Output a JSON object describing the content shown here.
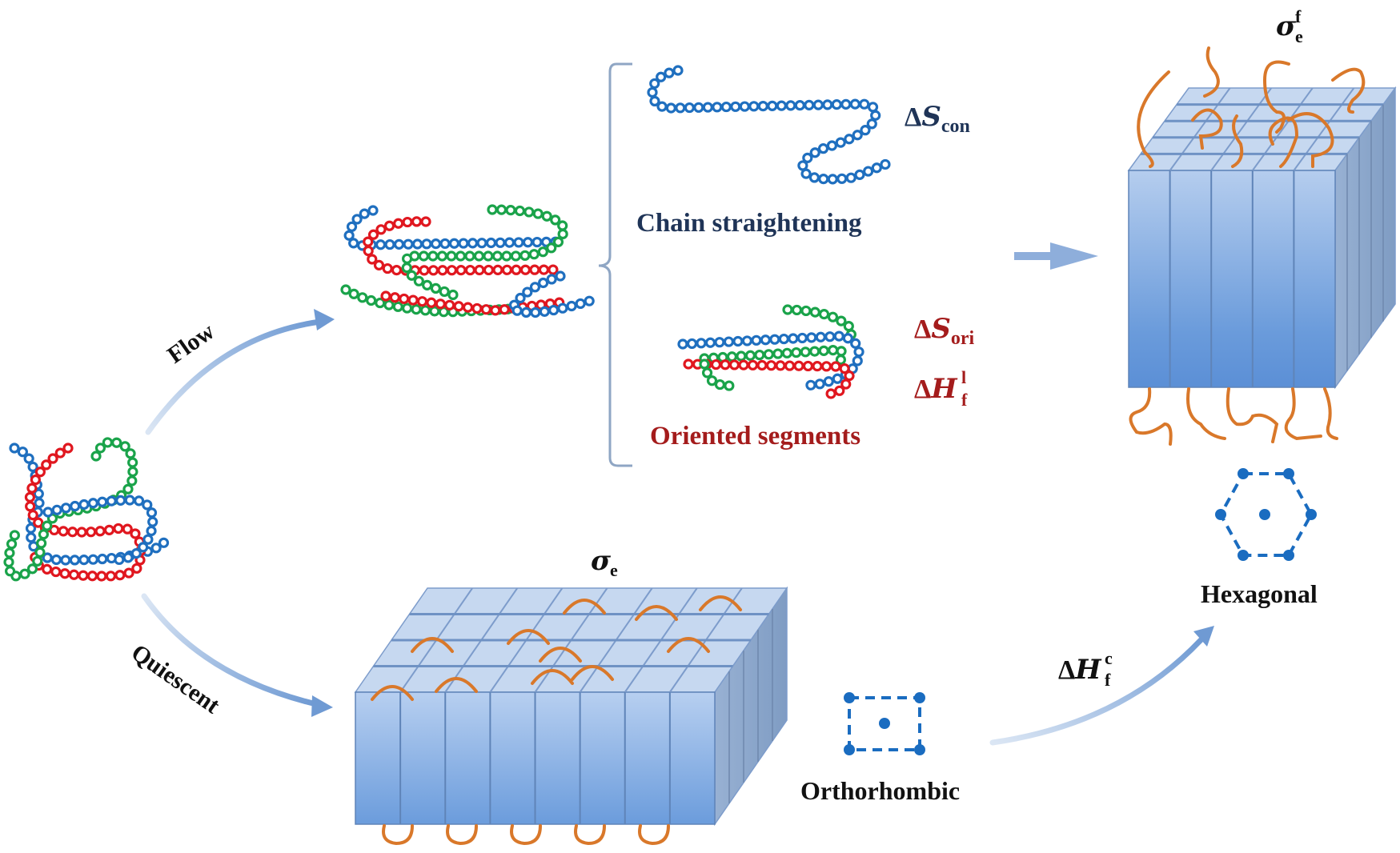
{
  "colors": {
    "chain_blue": "#1f6fbf",
    "chain_red": "#e0171f",
    "chain_green": "#1aa34a",
    "fold_orange": "#d9782a",
    "crystal_blue": "#7aa7df",
    "arrow_blue": "#7fa6d8",
    "label_navy": "#1f3457",
    "label_darkred": "#a41c1c",
    "label_black": "#111111",
    "lattice_blue": "#1a6cc0",
    "bracket_gray": "#8fa6c4"
  },
  "paths": {
    "flow": {
      "label": "Flow"
    },
    "quiescent": {
      "label": "Quiescent"
    }
  },
  "flow_branch": {
    "chain_straightening": {
      "label": "Chain straightening",
      "symbol": {
        "prefix": "Δ",
        "main": "S",
        "sub": "con",
        "sup": ""
      }
    },
    "oriented_segments": {
      "label": "Oriented segments",
      "symbol_entropy": {
        "prefix": "Δ",
        "main": "S",
        "sub": "ori",
        "sup": ""
      },
      "symbol_enthalpy": {
        "prefix": "Δ",
        "main": "H",
        "sub": "f",
        "sup": "l"
      }
    }
  },
  "flow_crystal": {
    "surface_energy": {
      "main": "σ",
      "sub": "e",
      "sup": "f"
    },
    "lattice": {
      "label": "Hexagonal"
    }
  },
  "quiescent_crystal": {
    "surface_energy": {
      "main": "σ",
      "sub": "e",
      "sup": ""
    },
    "lattice": {
      "label": "Orthorhombic"
    }
  },
  "transition": {
    "symbol": {
      "prefix": "Δ",
      "main": "H",
      "sub": "f",
      "sup": "c"
    }
  }
}
